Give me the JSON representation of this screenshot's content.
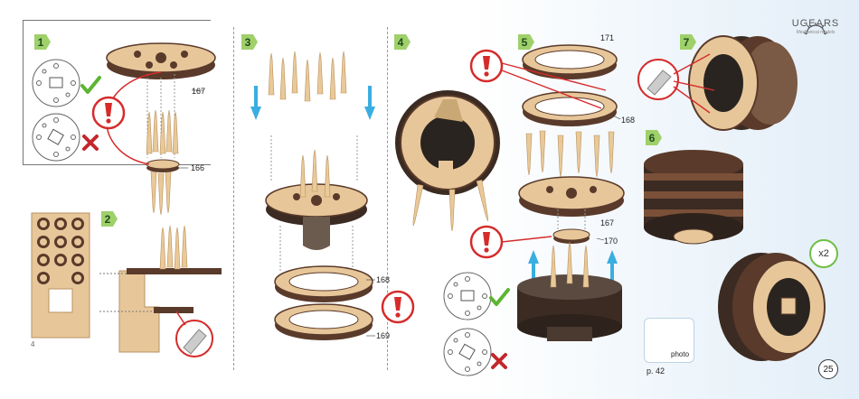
{
  "steps": [
    "1",
    "2",
    "3",
    "4",
    "5",
    "6",
    "7"
  ],
  "parts": {
    "p167a": "167",
    "p166": "166",
    "p168a": "168",
    "p169": "169",
    "p171": "171",
    "p168b": "168",
    "p167b": "167",
    "p170": "170"
  },
  "brand": {
    "name": "UGEARS",
    "tagline": "Mechanical models"
  },
  "multiplier": "x2",
  "photo_label": "photo",
  "page_ref": "p. 42",
  "page_number": "25",
  "sheet_number": "4",
  "colors": {
    "wood": "#e7c79a",
    "dark_wood": "#5a3a2a",
    "warning_red": "#d62b2b",
    "ok_green": "#5cb531",
    "arrow_blue": "#3aaee0",
    "step_green": "#9fd06a"
  }
}
